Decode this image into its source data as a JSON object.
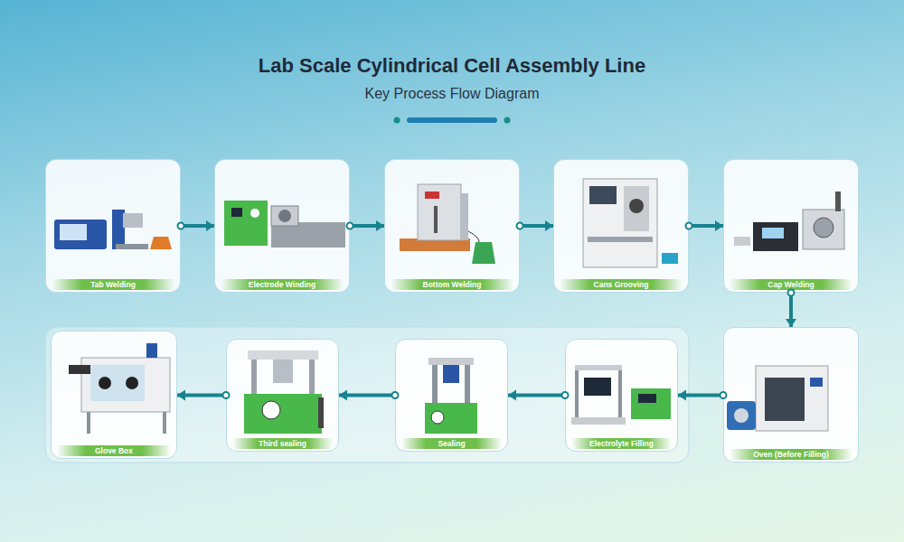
{
  "diagram": {
    "title": "Lab Scale Cylindrical Cell Assembly Line",
    "nodes": [
      {
        "text": [
          "Tab Welding"
        ]
      },
      {
        "text": [
          "Electrode Winding"
        ]
      },
      {
        "text": [
          "Bottom Welding"
        ]
      },
      {
        "text": [
          "Cans Grooving"
        ]
      },
      {
        "text": [
          "Cap Welding"
        ]
      },
      {
        "text": [
          "Oven (Before Filling)"
        ]
      },
      {
        "text": [
          "Electrolyte Filling"
        ]
      },
      {
        "text": [
          "Sealing"
        ]
      },
      {
        "text": [
          "Third sealing"
        ]
      },
      {
        "text": [
          "Glove Box"
        ]
      }
    ],
    "edges": [
      {
        "from": 0,
        "to": 1,
        "arrow": "to"
      },
      {
        "from": 1,
        "to": 2,
        "arrow": "to"
      },
      {
        "from": 2,
        "to": 3,
        "arrow": "to"
      },
      {
        "from": 3,
        "to": 4,
        "arrow": "to"
      },
      {
        "from": 4,
        "to": 5,
        "arrow": "to"
      },
      {
        "from": 5,
        "to": 6,
        "arrow": "to"
      },
      {
        "from": 6,
        "to": 7,
        "arrow": "to"
      },
      {
        "from": 7,
        "to": 8,
        "arrow": "to"
      },
      {
        "from": 8,
        "to": 9,
        "arrow": "to"
      }
    ],
    "labels": [
      "Key Process Flow Diagram"
    ]
  }
}
